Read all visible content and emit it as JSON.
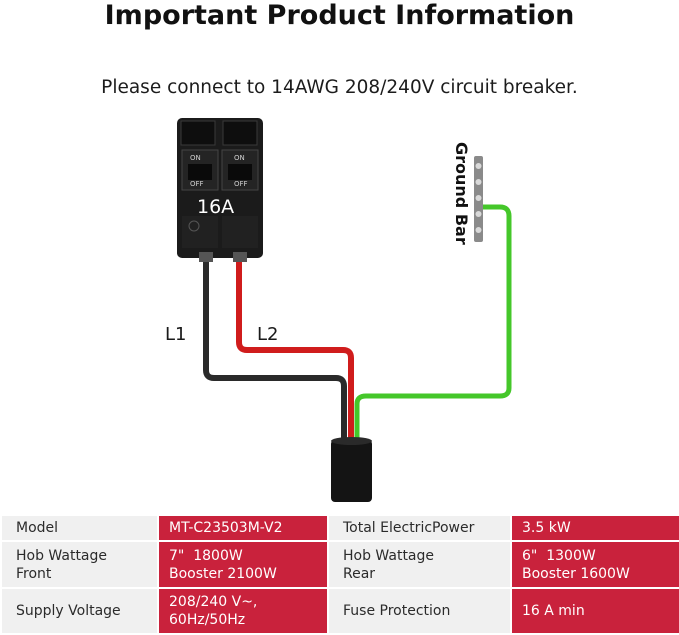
{
  "header": {
    "title": "Important Product Information",
    "subtitle": "Please connect to 14AWG 208/240V circuit breaker."
  },
  "diagram": {
    "breaker_rating": "16A",
    "breaker_on_label": "ON",
    "breaker_off_label": "OFF",
    "wire_l1_label": "L1",
    "wire_l2_label": "L2",
    "ground_bar_label": "Ground Bar",
    "colors": {
      "l1_wire": "#2a2a2a",
      "l2_wire": "#d01c1c",
      "ground_wire": "#45c72a",
      "breaker_body": "#1b1b1b",
      "cable_sleeve": "#141414"
    }
  },
  "specs": {
    "rows": [
      {
        "label_left": "Model",
        "value_left": [
          "MT-C23503M-V2"
        ],
        "label_right": "Total ElectricPower",
        "value_right": [
          "3.5 kW"
        ]
      },
      {
        "label_left": "Hob Wattage\nFront",
        "value_left": [
          "7\"  1800W",
          "Booster 2100W"
        ],
        "label_right": "Hob Wattage\nRear",
        "value_right": [
          "6\"  1300W",
          "Booster 1600W"
        ]
      },
      {
        "label_left": "Supply Voltage",
        "value_left": [
          "208/240 V~,",
          "60Hz/50Hz"
        ],
        "label_right": "Fuse Protection",
        "value_right": [
          "16 A min"
        ]
      }
    ],
    "colors": {
      "label_bg": "#f0f0f0",
      "value_bg": "#c9223c"
    }
  }
}
